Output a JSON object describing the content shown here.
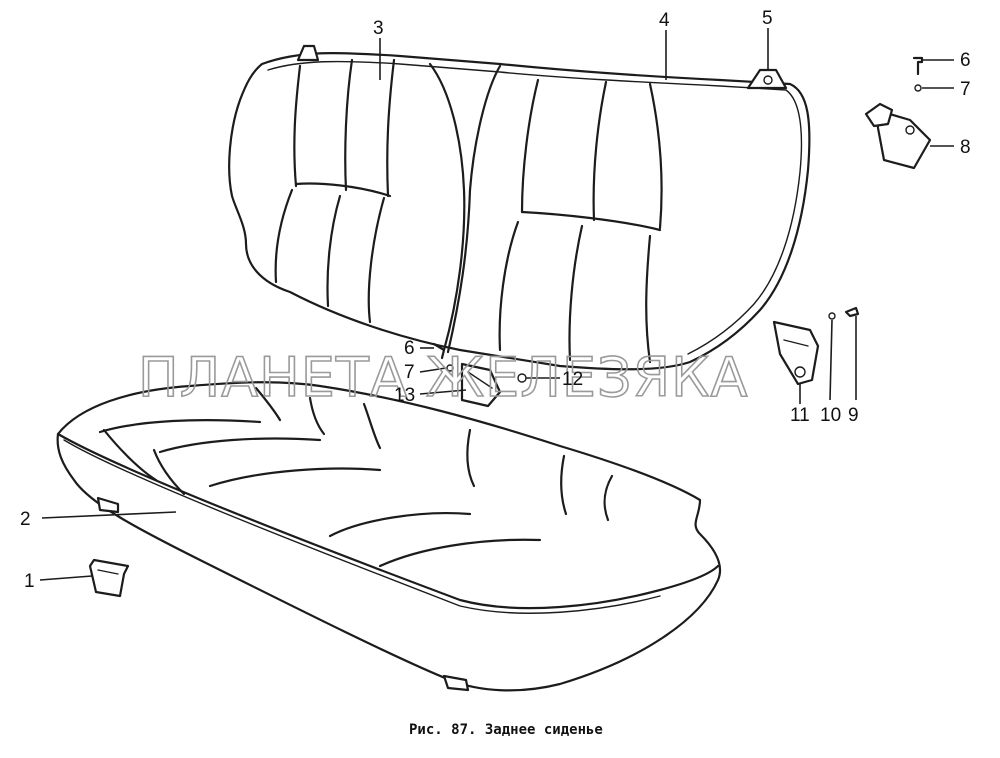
{
  "caption": "Рис. 87. Заднее сиденье",
  "watermark": "ПЛАНЕТА ЖЕЛЕЗЯКА",
  "callouts": [
    "1",
    "2",
    "3",
    "4",
    "5",
    "6",
    "7",
    "8",
    "6",
    "7",
    "13",
    "12",
    "11",
    "10",
    "9"
  ]
}
